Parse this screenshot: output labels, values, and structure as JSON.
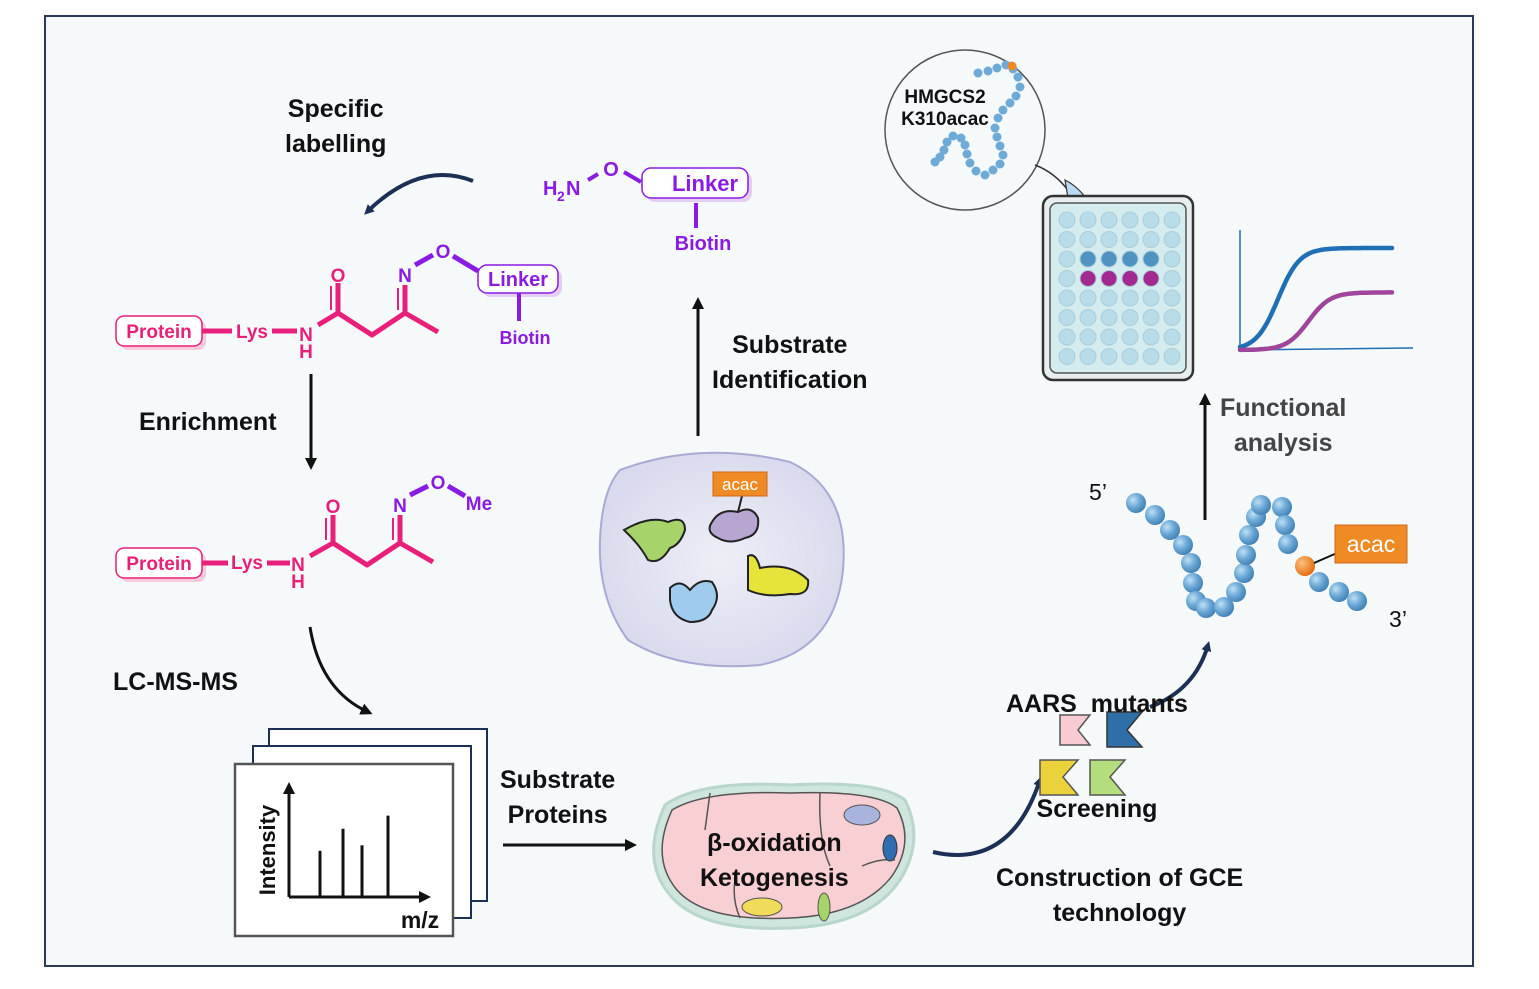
{
  "colors": {
    "pink": "#e8207a",
    "purple": "#8a1be0",
    "navy": "#1c2f55",
    "orange": "#f08a24",
    "bead": "#6eaad8",
    "frame_border": "#2b3a57",
    "background": "#f5f9f9"
  },
  "labels": {
    "specific_labelling": [
      "Specific",
      "labelling"
    ],
    "enrichment": "Enrichment",
    "lc_ms_ms": "LC-MS-MS",
    "substrate_identification": [
      "Substrate",
      "Identification"
    ],
    "substrate_proteins": [
      "Substrate",
      "Proteins"
    ],
    "beta_oxidation": "β-oxidation",
    "ketogenesis": "Ketogenesis",
    "construction_gce": [
      "Construction of GCE",
      "technology"
    ],
    "aars_screening": [
      "AARS  mutants",
      "Screening"
    ],
    "functional_analysis": [
      "Functional",
      "analysis"
    ],
    "hmgcs2": "HMGCS2",
    "k310acac": "K310acac",
    "five_prime": "5’",
    "three_prime": "3’",
    "acac_tag_cell": "acac",
    "acac_tag_chain": "acac"
  },
  "chem_labelled": {
    "protein": "Protein",
    "lys": "Lys",
    "n": "N",
    "h": "H",
    "o_carbonyl": "O",
    "n_oxime": "N",
    "o_oxime": "O",
    "linker": "Linker",
    "biotin": "Biotin"
  },
  "chem_enriched": {
    "protein": "Protein",
    "lys": "Lys",
    "n": "N",
    "h": "H",
    "o_carbonyl": "O",
    "n_oxime": "N",
    "o_oxime": "O",
    "me": "Me"
  },
  "probe": {
    "h2n": "H",
    "sub2": "2",
    "n": "N",
    "o": "O",
    "linker": "Linker",
    "biotin": "Biotin"
  },
  "spectrum": {
    "ylabel": "Intensity",
    "xlabel": "m/z",
    "peaks": [
      0.42,
      0.62,
      0.47,
      0.74
    ]
  },
  "kinetics": {
    "series": [
      {
        "name": "blue",
        "color": "#1f6fb5",
        "plateau": 0.85,
        "midpoint": 0.25
      },
      {
        "name": "magenta",
        "color": "#a0459c",
        "plateau": 0.48,
        "midpoint": 0.45
      }
    ]
  },
  "plate": {
    "rows": 8,
    "cols": 6,
    "highlight_blue_row": 3,
    "highlight_magenta_row": 4,
    "highlight_cols": [
      2,
      3,
      4,
      5
    ]
  }
}
